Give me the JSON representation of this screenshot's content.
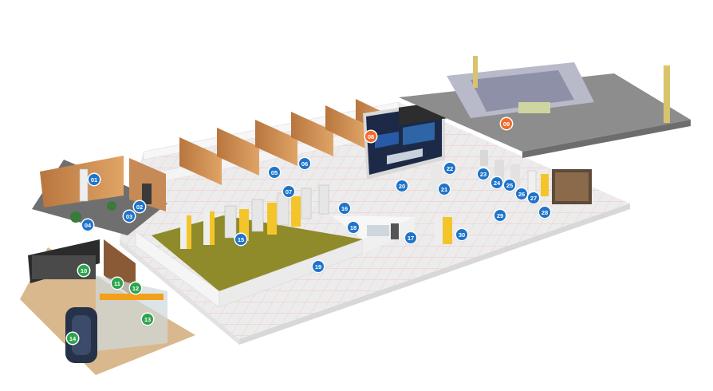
{
  "colors": {
    "marker_blue": "#1f74c9",
    "marker_green": "#2da44e",
    "marker_orange": "#f26b2b",
    "floor": "#eaeaea",
    "tile_line": "#f3c1c1",
    "wall": "#f6f6f6",
    "olive_floor": "#8f8b2a",
    "wood": "#c98a52",
    "yellow_accent": "#f3c52a",
    "grey_platform": "#8d8d8d",
    "screen": "#1c2a48"
  },
  "markers": [
    {
      "num": "01",
      "color": "blue"
    },
    {
      "num": "02",
      "color": "blue"
    },
    {
      "num": "03",
      "color": "blue"
    },
    {
      "num": "04",
      "color": "blue"
    },
    {
      "num": "05",
      "color": "blue"
    },
    {
      "num": "06",
      "color": "blue"
    },
    {
      "num": "07",
      "color": "blue"
    },
    {
      "num": "08",
      "color": "orange"
    },
    {
      "num": "09",
      "color": "orange"
    },
    {
      "num": "10",
      "color": "green"
    },
    {
      "num": "11",
      "color": "green"
    },
    {
      "num": "12",
      "color": "green"
    },
    {
      "num": "13",
      "color": "green"
    },
    {
      "num": "14",
      "color": "green"
    },
    {
      "num": "15",
      "color": "blue"
    },
    {
      "num": "16",
      "color": "blue"
    },
    {
      "num": "17",
      "color": "blue"
    },
    {
      "num": "18",
      "color": "blue"
    },
    {
      "num": "19",
      "color": "blue"
    },
    {
      "num": "20",
      "color": "blue"
    },
    {
      "num": "21",
      "color": "blue"
    },
    {
      "num": "22",
      "color": "blue"
    },
    {
      "num": "23",
      "color": "blue"
    },
    {
      "num": "24",
      "color": "blue"
    },
    {
      "num": "25",
      "color": "blue"
    },
    {
      "num": "26",
      "color": "blue"
    },
    {
      "num": "27",
      "color": "blue"
    },
    {
      "num": "28",
      "color": "blue"
    },
    {
      "num": "29",
      "color": "blue"
    },
    {
      "num": "30",
      "color": "blue"
    }
  ]
}
